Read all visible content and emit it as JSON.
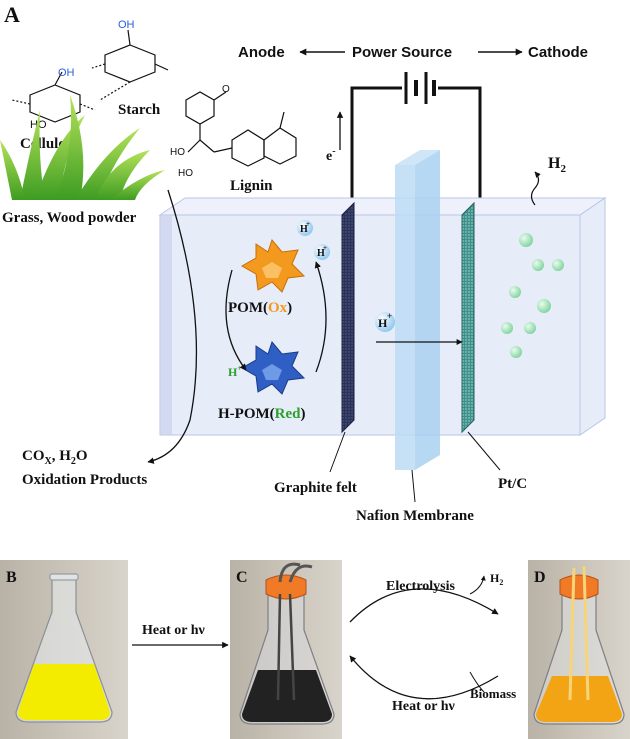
{
  "panel_labels": {
    "a": "A",
    "b": "B",
    "c": "C",
    "d": "D"
  },
  "power": {
    "anode": "Anode",
    "source": "Power Source",
    "cathode": "Cathode"
  },
  "electron": {
    "symbol": "e",
    "sup": "-"
  },
  "biomass": {
    "starch": "Starch",
    "cellulose": "Cellulose",
    "lignin": "Lignin",
    "source": "Grass, Wood powder",
    "oh": "OH",
    "ho": "HO",
    "o": "O"
  },
  "cycle": {
    "pom_prefix": "POM(",
    "pom_ox": "Ox",
    "pom_suffix": ")",
    "hpom_prefix": "H-POM(",
    "hpom_red": "Red",
    "hpom_suffix": ")",
    "h": "H",
    "plus": "+"
  },
  "products": {
    "line1_a": "CO",
    "line1_sub": "X",
    "line1_b": ", H",
    "line1_sub2": "2",
    "line1_c": "O",
    "line2": "Oxidation Products"
  },
  "cell": {
    "graphite": "Graphite felt",
    "nafion": "Nafion Membrane",
    "ptc": "Pt/C",
    "h2_h": "H",
    "h2_sub": "2"
  },
  "bottom": {
    "heat1": "Heat or hν",
    "electrolysis": "Electrolysis",
    "h2": "H",
    "h2_sub": "2",
    "heat2": "Heat or hν",
    "biomass": "Biomass"
  },
  "colors": {
    "ox": "#f39a1e",
    "red": "#2aa12a",
    "oh_blue": "#2a5ed8",
    "cell_tint": "#dfe6f7",
    "membrane": "#bcdcf5",
    "yellow_liquid": "#f3ec00",
    "black_liquid": "#222222",
    "orange_liquid": "#f2a414",
    "cap": "#f07a26"
  }
}
